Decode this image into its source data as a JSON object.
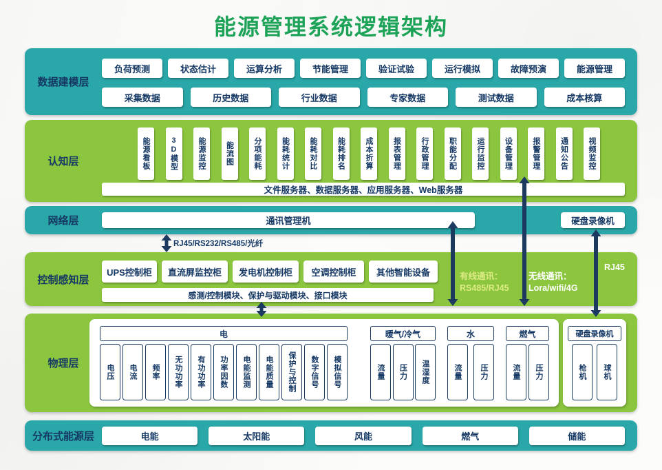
{
  "title": "能源管理系统逻辑架构",
  "connection_label": "RJ45/RS232/RS485/光纤",
  "colors": {
    "teal_layer": "#2AA7A8",
    "green_layer": "#8CC63F",
    "navy_text": "#153864",
    "title_green": "#1DA358",
    "wired_label_green": "#DDEB84",
    "arrow_navy": "#1C3A5F"
  },
  "layers": {
    "data_modeling": {
      "label": "数据建模层",
      "row1": [
        "负荷预测",
        "状态估计",
        "运算分析",
        "节能管理",
        "验证试验",
        "运行模拟",
        "故障预演",
        "能源管理"
      ],
      "row2": [
        "采集数据",
        "历史数据",
        "行业数据",
        "专家数据",
        "测试数据",
        "成本核算"
      ]
    },
    "cognition": {
      "label": "认知层",
      "modules": [
        "能源看板",
        "3D模型",
        "能源监控",
        "能流图",
        "分项能耗",
        "能耗统计",
        "能耗对比",
        "能耗排名",
        "成本折算",
        "报表管理",
        "行政管理",
        "职能分配",
        "运行监控",
        "设备管理",
        "报警管理",
        "通知公告",
        "视频监控"
      ],
      "servers": "文件服务器、数据服务器、应用服务器、Web服务器"
    },
    "network": {
      "label": "网络层",
      "comm_manager": "通讯管理机",
      "dvr": "硬盘录像机"
    },
    "control": {
      "label": "控制感知层",
      "cabinets": [
        "UPS控制柜",
        "直流屏监控柜",
        "发电机控制柜",
        "空调控制柜",
        "其他智能设备"
      ],
      "modules_bar": "感测/控制模块、保护与驱动模块、接口模块",
      "wired_label": "有线通讯：",
      "wired_value": "RS485/RJ45",
      "wireless_label": "无线通讯：",
      "wireless_value": "Lora/wifi/4G",
      "rj45": "RJ45"
    },
    "physical": {
      "label": "物理层",
      "groups": [
        {
          "name": "电",
          "items": [
            "电压",
            "电流",
            "频率",
            "无功功率",
            "有功功率",
            "功率因数",
            "电能监测",
            "电能质量",
            "保护与控制",
            "数字信号",
            "模拟信号"
          ]
        },
        {
          "name": "暖气/冷气",
          "items": [
            "流量",
            "压力",
            "温湿度"
          ]
        },
        {
          "name": "水",
          "items": [
            "流量",
            "压力"
          ]
        },
        {
          "name": "燃气",
          "items": [
            "流量",
            "压力"
          ]
        }
      ],
      "dvr_group": {
        "name": "硬盘录像机",
        "items": [
          "枪机",
          "球机"
        ]
      }
    },
    "distributed": {
      "label": "分布式能源层",
      "items": [
        "电能",
        "太阳能",
        "风能",
        "燃气",
        "储能"
      ]
    }
  }
}
